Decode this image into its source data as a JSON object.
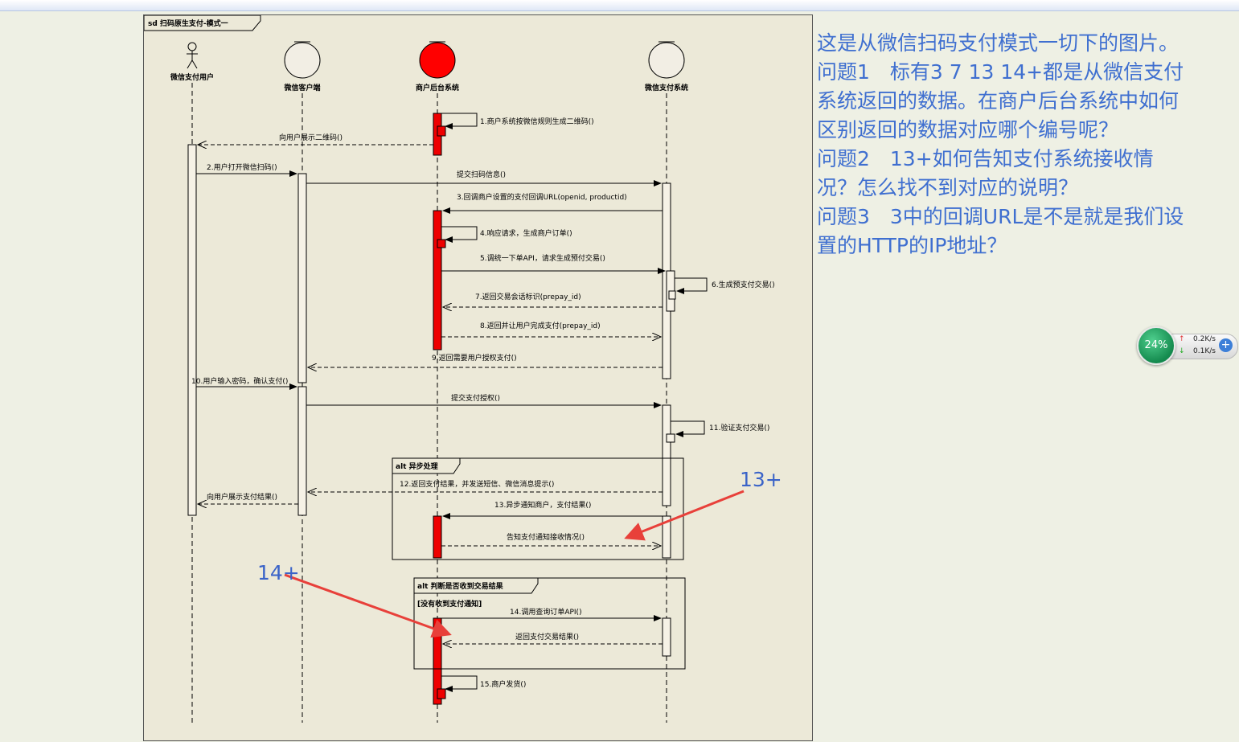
{
  "diagram": {
    "frame_title": "sd 扫码原生支付-模式一",
    "lifelines": [
      {
        "name": "微信支付用户",
        "kind": "actor"
      },
      {
        "name": "微信客户端",
        "kind": "entity",
        "color": "#f2eee4"
      },
      {
        "name": "商户后台系统",
        "kind": "entity",
        "color": "#ff0000"
      },
      {
        "name": "微信支付系统",
        "kind": "entity",
        "color": "#f2eee4"
      }
    ],
    "messages": {
      "m1": "1.商户系统按微信规则生成二维码()",
      "m_show_qr": "向用户展示二维码()",
      "m2": "2.用户打开微信扫码()",
      "m_submit_scan": "提交扫码信息()",
      "m3": "3.回调商户设置的支付回调URL(openid, productid)",
      "m4": "4.响应请求，生成商户订单()",
      "m5": "5.调统一下单API，请求生成预付交易()",
      "m6": "6.生成预支付交易()",
      "m7": "7.返回交易会话标识(prepay_id)",
      "m8": "8.返回并让用户完成支付(prepay_id)",
      "m9": "9.返回需要用户授权支付()",
      "m10": "10.用户输入密码，确认支付()",
      "m_submit_auth": "提交支付授权()",
      "m11": "11.验证支付交易()",
      "m12": "12.返回支付结果，并发送短信、微信消息提示()",
      "m_show_result": "向用户展示支付结果()",
      "m13": "13.异步通知商户，支付结果()",
      "m_ack": "告知支付通知接收情况()",
      "m14": "14.调用查询订单API()",
      "m_return_result": "返回支付交易结果()",
      "m15": "15.商户发货()"
    },
    "fragments": {
      "alt1_title": "alt 异步处理",
      "alt2_title": "alt 判断是否收到交易结果",
      "alt2_guard": "[没有收到支付通知]"
    },
    "annotations": {
      "label_13": "13+",
      "label_14": "14+",
      "arrow_color": "#e8403a",
      "label_color": "#3a63c8"
    }
  },
  "question_text": [
    "这是从微信扫码支付模式一切下的图片。",
    "问题1　标有3 7 13 14+都是从微信支付",
    "系统返回的数据。在商户后台系统中如何",
    "区别返回的数据对应哪个编号呢？",
    "问题2　13+如何告知支付系统接收情",
    "况？怎么找不到对应的说明？",
    "问题3　3中的回调URL是不是就是我们设",
    "置的HTTP的IP地址？"
  ],
  "speed_widget": {
    "cpu": "24%",
    "up": "0.2K/s",
    "down": "0.1K/s",
    "plus": "+"
  }
}
